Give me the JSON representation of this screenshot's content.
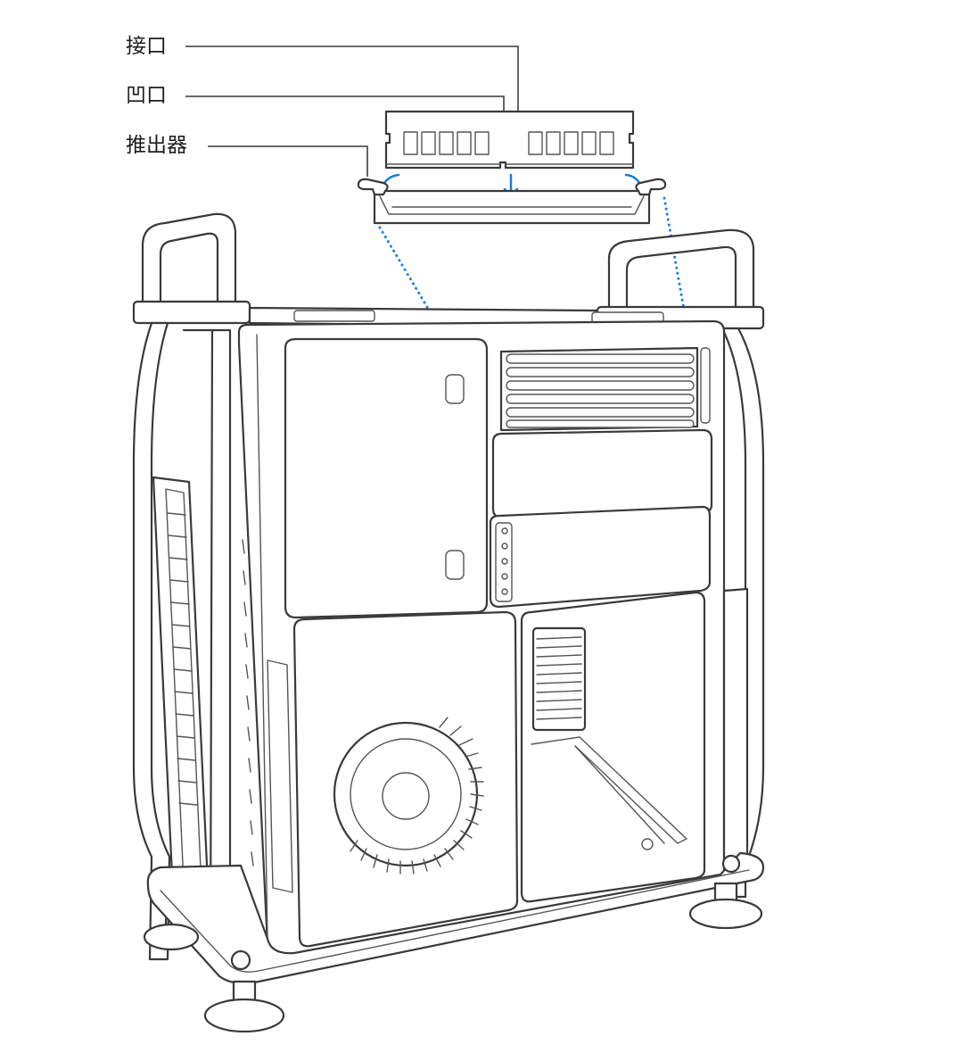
{
  "labels": {
    "connector": "接口",
    "notch": "凹口",
    "ejector": "推出器"
  },
  "colors": {
    "line": "#3a3a3a",
    "accent": "#1a7de0",
    "background": "#ffffff"
  },
  "icons": {
    "insert_direction": "arrow-down-icon"
  }
}
